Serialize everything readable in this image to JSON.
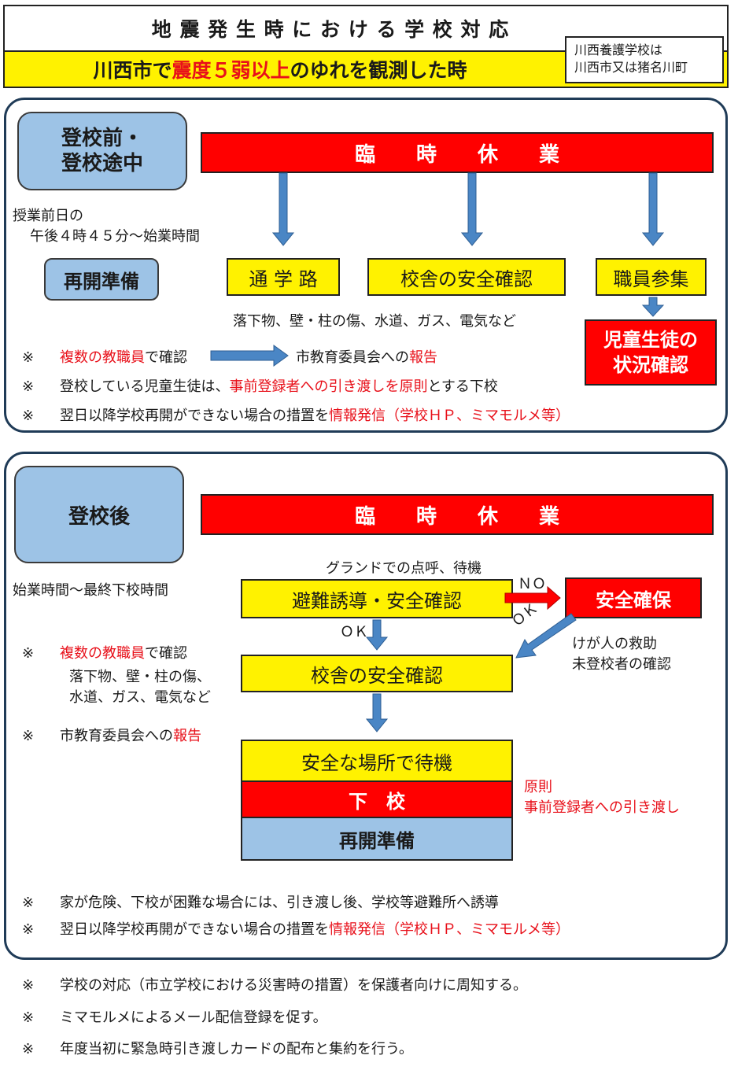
{
  "header": {
    "title": "地 震 発 生 時 に お け る 学 校 対 応",
    "condition_prefix": "川西市で",
    "condition_red": "震度５弱以上",
    "condition_suffix": "のゆれを観測した時",
    "side_line1": "川西養護学校は",
    "side_line2": "川西市又は猪名川町"
  },
  "section1": {
    "label_line1": "登校前・",
    "label_line2": "登校途中",
    "closure": "臨　　時　　休　　業",
    "time_line1": "授業前日の",
    "time_line2": "午後４時４５分～始業時間",
    "resume_label": "再開準備",
    "box_route": "通 学 路",
    "box_building": "校舎の安全確認",
    "box_staff": "職員参集",
    "damage_note": "落下物、壁・柱の傷、水道、ガス、電気など",
    "student_check_line1": "児童生徒の",
    "student_check_line2": "状況確認",
    "note_mark": "※",
    "note1_red": "複数の教職員",
    "note1_mid": "で確認",
    "note1_right_prefix": "市教育委員会への",
    "note1_right_red": "報告",
    "note2_prefix": "登校している児童生徒は、",
    "note2_red": "事前登録者への引き渡しを原則",
    "note2_suffix": "とする下校",
    "note3_prefix": "翌日以降学校再開ができない場合の措置を",
    "note3_red": "情報発信（学校ＨＰ、ミマモルメ等）"
  },
  "section2": {
    "label": "登校後",
    "closure": "臨　　時　　休　　業",
    "time_range": "始業時間～最終下校時間",
    "assembly_note": "グランドでの点呼、待機",
    "box_evac": "避難誘導・安全確認",
    "no_label": "ＮＯ",
    "box_safety": "安全確保",
    "ok_label1": "ＯＫ",
    "ok_label2": "ＯＫ",
    "rescue_line1": "けが人の救助",
    "rescue_line2": "未登校者の確認",
    "box_building": "校舎の安全確認",
    "note_mark": "※",
    "note1_red": "複数の教職員",
    "note1_suffix": "で確認",
    "damage_line1": "落下物、壁・柱の傷、",
    "damage_line2": "水道、ガス、電気など",
    "note2_prefix": "市教育委員会への",
    "note2_red": "報告",
    "box_wait": "安全な場所で待機",
    "box_dismissal": "下　校",
    "box_resume": "再開準備",
    "principle_line1": "原則",
    "principle_line2": "事前登録者への引き渡し",
    "note3": "家が危険、下校が困難な場合には、引き渡し後、学校等避難所へ誘導",
    "note4_prefix": "翌日以降学校再開ができない場合の措置を",
    "note4_red": "情報発信（学校ＨＰ、ミマモルメ等）"
  },
  "footer": {
    "note_mark": "※",
    "items": [
      "学校の対応（市立学校における災害時の措置）を保護者向けに周知する。",
      "ミマモルメによるメール配信登録を促す。",
      "年度当初に緊急時引き渡しカードの配布と集約を行う。"
    ]
  },
  "colors": {
    "red_band": "#ff0000",
    "yellow_box": "#fff200",
    "blue_box": "#9dc3e6",
    "arrow_blue": "#4a86c5",
    "red_text": "#e8101a",
    "panel_border": "#1f3b57"
  }
}
